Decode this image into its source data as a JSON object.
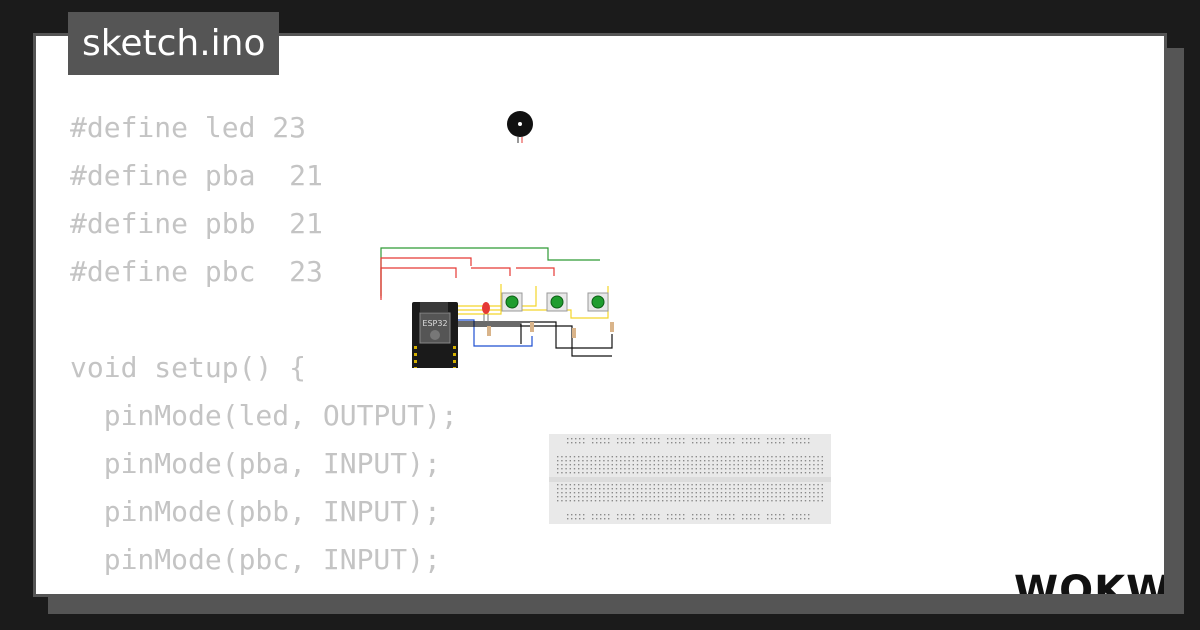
{
  "tab": {
    "filename": "sketch.ino"
  },
  "code": {
    "lines": [
      "#define led 23",
      "#define pba  21",
      "#define pbb  21",
      "#define pbc  23",
      "",
      "void setup() {",
      "  pinMode(led, OUTPUT);",
      "  pinMode(pba, INPUT);",
      "  pinMode(pbb, INPUT);",
      "  pinMode(pbc, INPUT);",
      "}"
    ]
  },
  "board": {
    "label": "ESP32"
  },
  "logo": {
    "text": "WOKWi"
  },
  "colors": {
    "background": "#1b1b1b",
    "tab": "#555555",
    "code_text": "#c4c4c4",
    "button": "#1f9d2e",
    "led": "#e53935"
  }
}
